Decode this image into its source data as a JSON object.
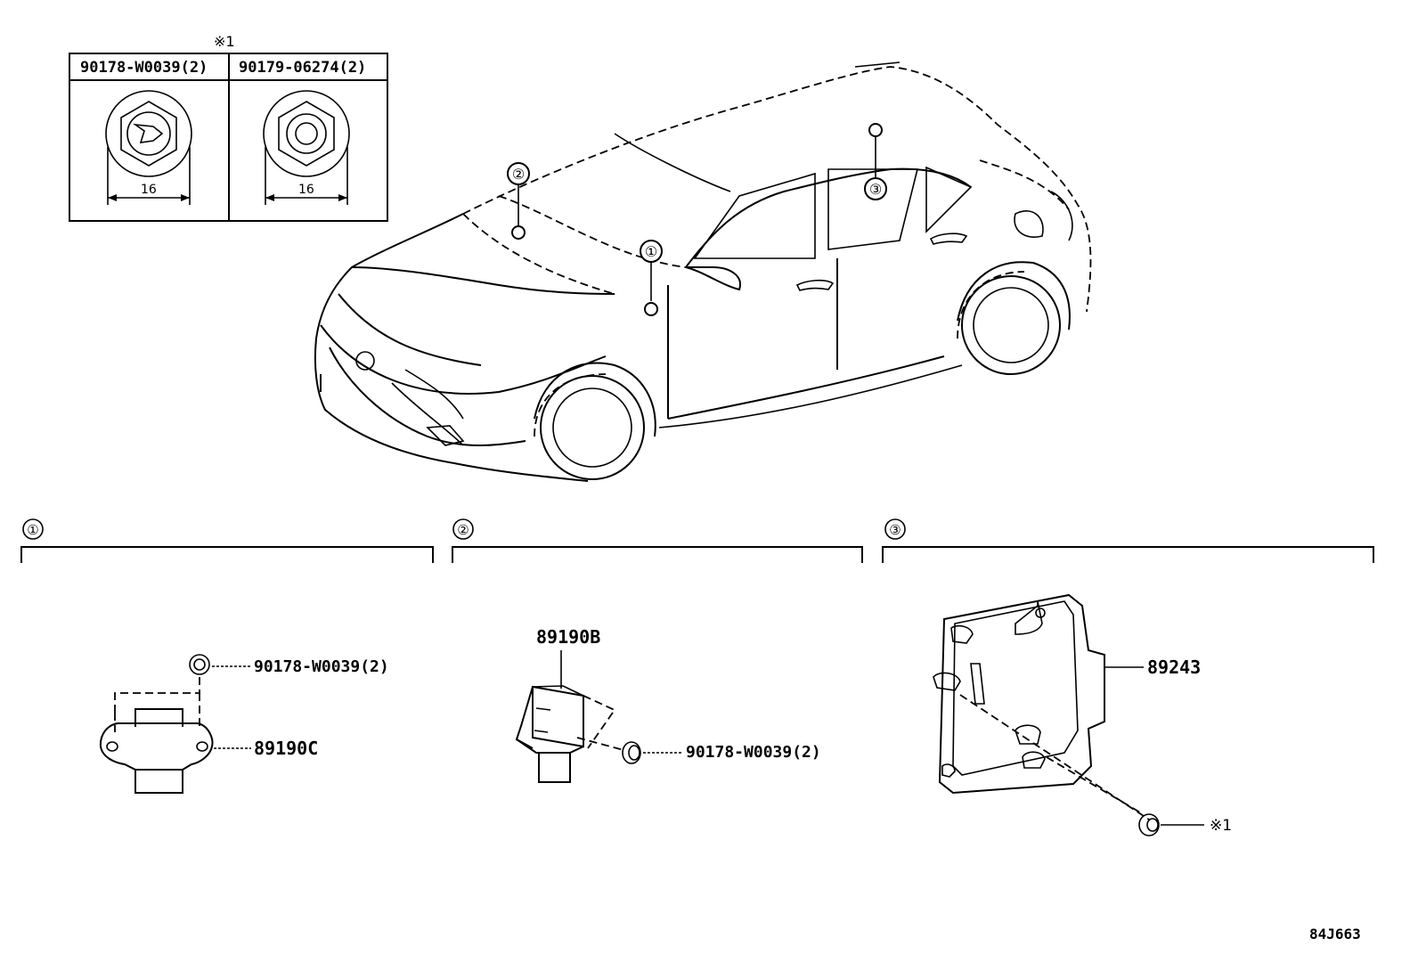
{
  "inset_table": {
    "note_marker": "※1",
    "columns": [
      {
        "part_number": "90178-W0039(2)",
        "dimension": "16"
      },
      {
        "part_number": "90179-06274(2)",
        "dimension": "16"
      }
    ]
  },
  "vehicle_callouts": [
    "①",
    "②",
    "③"
  ],
  "sections": [
    {
      "number": "①",
      "parts": [
        {
          "part_number": "90178-W0039(2)"
        },
        {
          "part_number": "89190C"
        }
      ]
    },
    {
      "number": "②",
      "parts": [
        {
          "part_number": "89190B"
        },
        {
          "part_number": "90178-W0039(2)"
        }
      ]
    },
    {
      "number": "③",
      "parts": [
        {
          "part_number": "89243"
        },
        {
          "part_number": "※1"
        }
      ]
    }
  ],
  "diagram_code": "84J663"
}
